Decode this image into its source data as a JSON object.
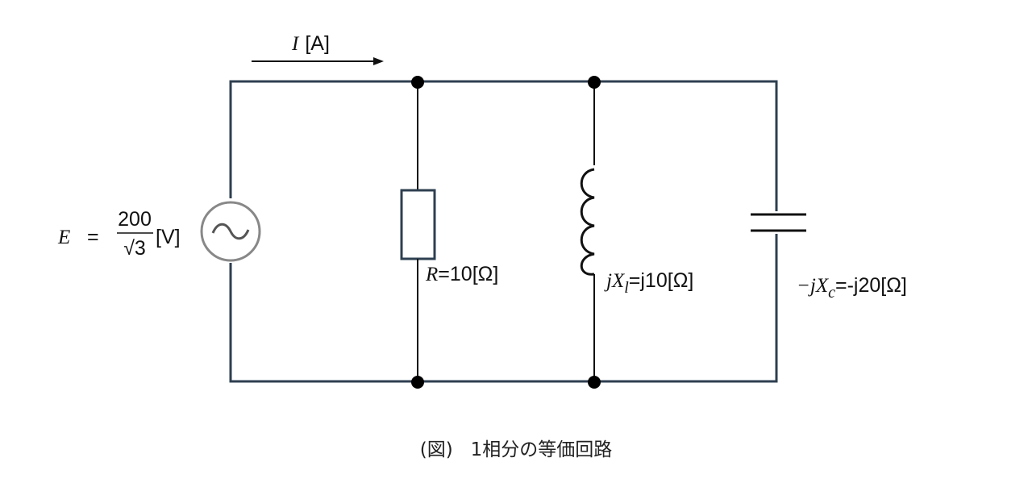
{
  "diagram": {
    "current_label": {
      "symbol": "I",
      "unit": "[A]"
    },
    "source": {
      "symbol": "E",
      "equals": "=",
      "numerator": "200",
      "denominator": "√3",
      "unit": "[V]",
      "icon": "ac-source-icon"
    },
    "resistor": {
      "symbol": "R",
      "value": "=10[Ω]"
    },
    "inductor": {
      "symbol": "jX",
      "subscript": "l",
      "value": "=j10[Ω]"
    },
    "capacitor": {
      "symbol": "−jX",
      "subscript": "c",
      "value": "=-j20[Ω]"
    },
    "caption": "(図)   1相分の等価回路",
    "colors": {
      "wire": "#2e3f50",
      "branch": "#111111",
      "source_ring": "#888888",
      "node": "#000000"
    }
  }
}
